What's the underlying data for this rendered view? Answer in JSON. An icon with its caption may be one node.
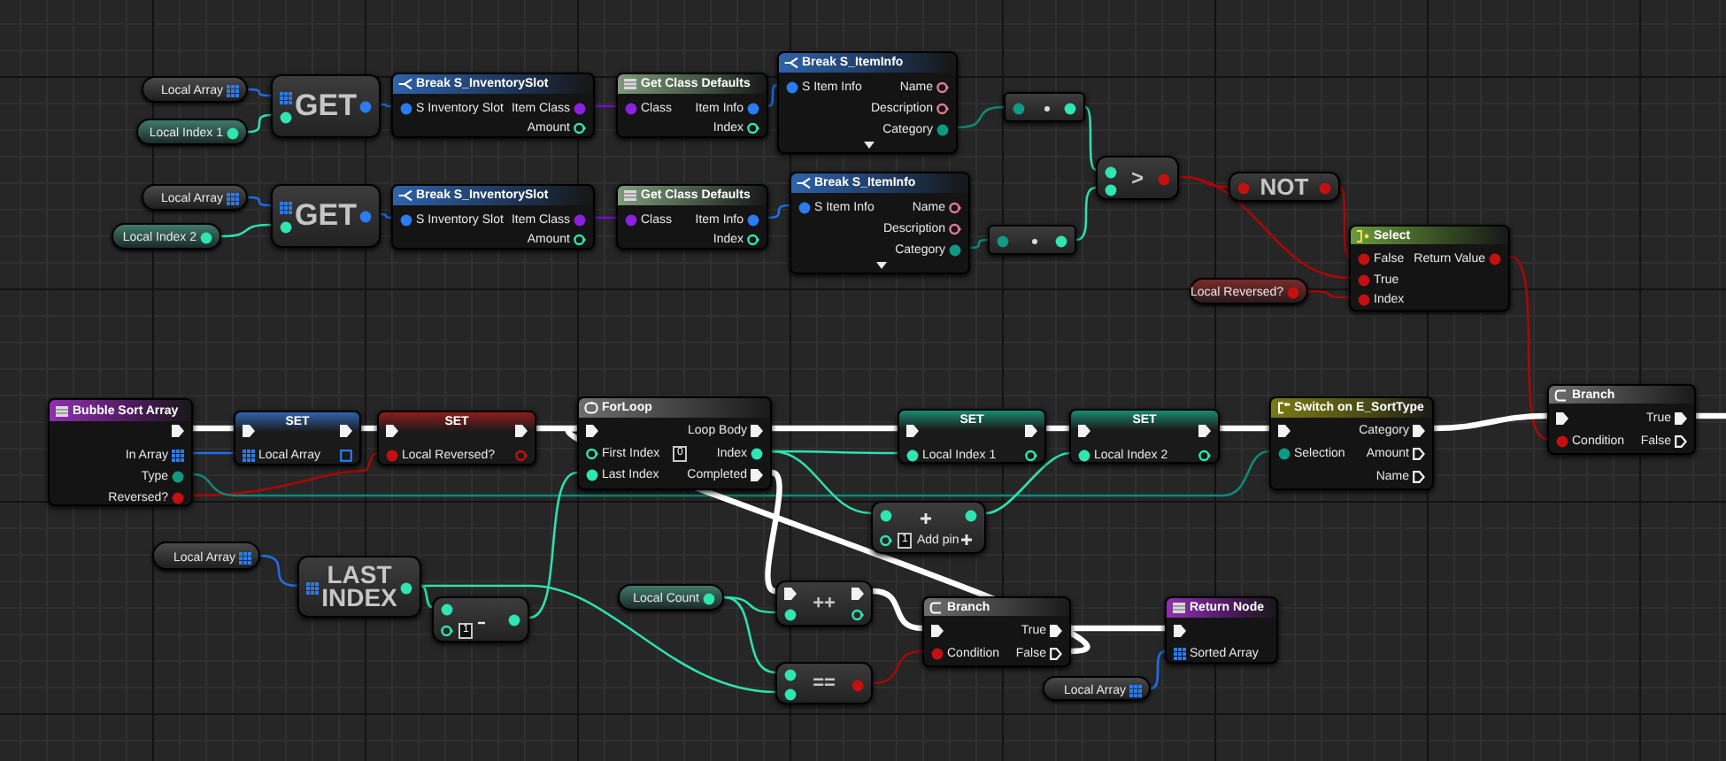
{
  "diagram": {
    "nodes": [
      {
        "text": [
          "Local Array"
        ]
      },
      {
        "text": [
          "Local Index 1"
        ]
      },
      {
        "text": [
          "GET"
        ]
      },
      {
        "text": [
          "Break S_InventorySlot",
          "S Inventory Slot",
          "Item Class",
          "Amount"
        ]
      },
      {
        "text": [
          "Get Class Defaults",
          "Class",
          "Item Info",
          "Index"
        ]
      },
      {
        "text": [
          "Break S_ItemInfo",
          "S Item Info",
          "Name",
          "Description",
          "Category"
        ]
      },
      {
        "text": [
          "Local Array"
        ]
      },
      {
        "text": [
          "Local Index 2"
        ]
      },
      {
        "text": [
          "GET"
        ]
      },
      {
        "text": [
          "Break S_InventorySlot",
          "S Inventory Slot",
          "Item Class",
          "Amount"
        ]
      },
      {
        "text": [
          "Get Class Defaults",
          "Class",
          "Item Info",
          "Index"
        ]
      },
      {
        "text": [
          "Break S_ItemInfo",
          "S Item Info",
          "Name",
          "Description",
          "Category"
        ]
      },
      {
        "text": [],
        "shape": "box"
      },
      {
        "text": [],
        "shape": "box"
      },
      {
        "text": [
          ">"
        ]
      },
      {
        "text": [
          "NOT"
        ]
      },
      {
        "text": [
          "Select",
          "False",
          "Return Value",
          "True",
          "Index"
        ]
      },
      {
        "text": [
          "Local Reversed?"
        ]
      },
      {
        "text": [
          "Bubble Sort Array",
          "In Array",
          "Type",
          "Reversed?"
        ]
      },
      {
        "text": [
          "SET",
          "Local Array"
        ]
      },
      {
        "text": [
          "SET",
          "Local Reversed?"
        ]
      },
      {
        "text": [
          "ForLoop",
          "Loop Body",
          "First Index",
          "0",
          "Index",
          "Last Index",
          "Completed"
        ]
      },
      {
        "text": [
          "SET",
          "Local Index 1"
        ]
      },
      {
        "text": [
          "SET",
          "Local Index 2"
        ]
      },
      {
        "text": [
          "Switch on E_SortType",
          "Category",
          "Selection",
          "Amount",
          "Name"
        ]
      },
      {
        "text": [
          "Branch",
          "True",
          "Condition",
          "False"
        ]
      },
      {
        "text": [
          "1",
          "Add pin"
        ]
      },
      {
        "text": [
          "Local Array"
        ]
      },
      {
        "text": [
          "LAST INDEX"
        ]
      },
      {
        "text": [
          "1"
        ]
      },
      {
        "text": [
          "Local Count"
        ]
      },
      {
        "text": [
          "++"
        ]
      },
      {
        "text": [
          "=="
        ]
      },
      {
        "text": [
          "Branch",
          "True",
          "Condition",
          "False"
        ]
      },
      {
        "text": [
          "Return Node",
          "Sorted Array"
        ]
      },
      {
        "text": [
          "Local Array"
        ]
      }
    ],
    "edges": [
      {
        "from": 0,
        "to": 2,
        "arrow": "none",
        "color": "#1f6fe8"
      },
      {
        "from": 1,
        "to": 2,
        "arrow": "none",
        "color": "#2fe0ae"
      },
      {
        "from": 2,
        "to": 3,
        "arrow": "none",
        "color": "#1f6fe8"
      },
      {
        "from": 3,
        "to": 4,
        "arrow": "none",
        "color": "#7010c8"
      },
      {
        "from": 4,
        "to": 5,
        "arrow": "none",
        "color": "#1f6fe8"
      },
      {
        "from": 5,
        "to": 12,
        "arrow": "none",
        "color": "#0e8a78"
      },
      {
        "from": 12,
        "to": 14,
        "arrow": "none",
        "color": "#2fe0ae"
      },
      {
        "from": 6,
        "to": 8,
        "arrow": "none",
        "color": "#1f6fe8"
      },
      {
        "from": 7,
        "to": 8,
        "arrow": "none",
        "color": "#2fe0ae"
      },
      {
        "from": 8,
        "to": 9,
        "arrow": "none",
        "color": "#1f6fe8"
      },
      {
        "from": 9,
        "to": 10,
        "arrow": "none",
        "color": "#7010c8"
      },
      {
        "from": 10,
        "to": 11,
        "arrow": "none",
        "color": "#1f6fe8"
      },
      {
        "from": 11,
        "to": 13,
        "arrow": "none",
        "color": "#0e8a78"
      },
      {
        "from": 13,
        "to": 14,
        "arrow": "none",
        "color": "#2fe0ae"
      },
      {
        "from": 14,
        "to": 15,
        "arrow": "none",
        "color": "#a80808"
      },
      {
        "from": 14,
        "to": 16,
        "arrow": "none",
        "color": "#a80808"
      },
      {
        "from": 15,
        "to": 16,
        "arrow": "none",
        "color": "#a80808"
      },
      {
        "from": 17,
        "to": 16,
        "arrow": "none",
        "color": "#a80808"
      },
      {
        "from": 16,
        "to": 25,
        "arrow": "none",
        "color": "#a80808"
      },
      {
        "from": 18,
        "to": 19,
        "arrow": "none",
        "style": "thick",
        "color": "#ffffff"
      },
      {
        "from": 18,
        "to": 19,
        "arrow": "none",
        "color": "#1f6fe8"
      },
      {
        "from": 19,
        "to": 20,
        "arrow": "none",
        "style": "thick",
        "color": "#ffffff"
      },
      {
        "from": 18,
        "to": 20,
        "arrow": "none",
        "color": "#a80808"
      },
      {
        "from": 20,
        "to": 21,
        "arrow": "none",
        "style": "thick",
        "color": "#ffffff"
      },
      {
        "from": 18,
        "to": 24,
        "arrow": "none",
        "color": "#0e8a78"
      },
      {
        "from": 21,
        "to": 22,
        "arrow": "none",
        "style": "thick",
        "color": "#ffffff"
      },
      {
        "from": 21,
        "to": 22,
        "arrow": "none",
        "color": "#2fe0ae"
      },
      {
        "from": 21,
        "to": 26,
        "arrow": "none",
        "color": "#2fe0ae"
      },
      {
        "from": 26,
        "to": 23,
        "arrow": "none",
        "color": "#2fe0ae"
      },
      {
        "from": 22,
        "to": 23,
        "arrow": "none",
        "style": "thick",
        "color": "#ffffff"
      },
      {
        "from": 23,
        "to": 24,
        "arrow": "none",
        "style": "thick",
        "color": "#ffffff"
      },
      {
        "from": 24,
        "to": 25,
        "arrow": "none",
        "style": "thick",
        "color": "#ffffff"
      },
      {
        "from": 25,
        "to": null,
        "arrow": "none",
        "style": "thick",
        "color": "#ffffff"
      },
      {
        "from": 27,
        "to": 28,
        "arrow": "none",
        "color": "#1f6fe8"
      },
      {
        "from": 28,
        "to": 29,
        "arrow": "none",
        "color": "#2fe0ae"
      },
      {
        "from": 28,
        "to": 32,
        "arrow": "none",
        "color": "#2fe0ae"
      },
      {
        "from": 29,
        "to": 21,
        "arrow": "none",
        "color": "#2fe0ae"
      },
      {
        "from": 30,
        "to": 31,
        "arrow": "none",
        "color": "#2fe0ae"
      },
      {
        "from": 30,
        "to": 32,
        "arrow": "none",
        "color": "#2fe0ae"
      },
      {
        "from": 21,
        "to": 31,
        "arrow": "none",
        "style": "thick",
        "color": "#ffffff"
      },
      {
        "from": 31,
        "to": 33,
        "arrow": "none",
        "style": "thick",
        "color": "#ffffff"
      },
      {
        "from": 32,
        "to": 33,
        "arrow": "none",
        "color": "#a80808"
      },
      {
        "from": 33,
        "to": 34,
        "arrow": "none",
        "style": "thick",
        "color": "#ffffff"
      },
      {
        "from": 33,
        "to": 21,
        "arrow": "none",
        "style": "thick",
        "color": "#ffffff"
      },
      {
        "from": 35,
        "to": 34,
        "arrow": "none",
        "color": "#1f6fe8"
      }
    ]
  }
}
